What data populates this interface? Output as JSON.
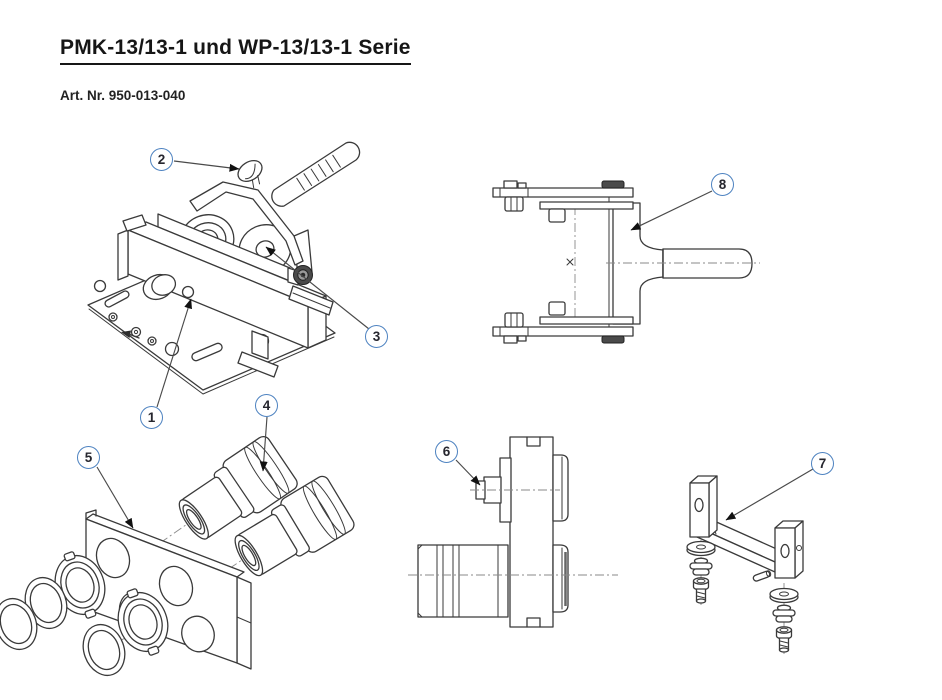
{
  "document": {
    "title": "PMK-13/13-1 und WP-13/13-1 Serie",
    "art_label": "Art. Nr. 950-013-040"
  },
  "callouts": [
    {
      "num": "1"
    },
    {
      "num": "2"
    },
    {
      "num": "3"
    },
    {
      "num": "4"
    },
    {
      "num": "5"
    },
    {
      "num": "6"
    },
    {
      "num": "7"
    },
    {
      "num": "8"
    }
  ],
  "colors": {
    "callout_ring": "#4d82c0",
    "line_art": "#3a3a3a",
    "leader_line": "#4a4a4a",
    "arrowhead": "#111111",
    "background": "#ffffff"
  }
}
